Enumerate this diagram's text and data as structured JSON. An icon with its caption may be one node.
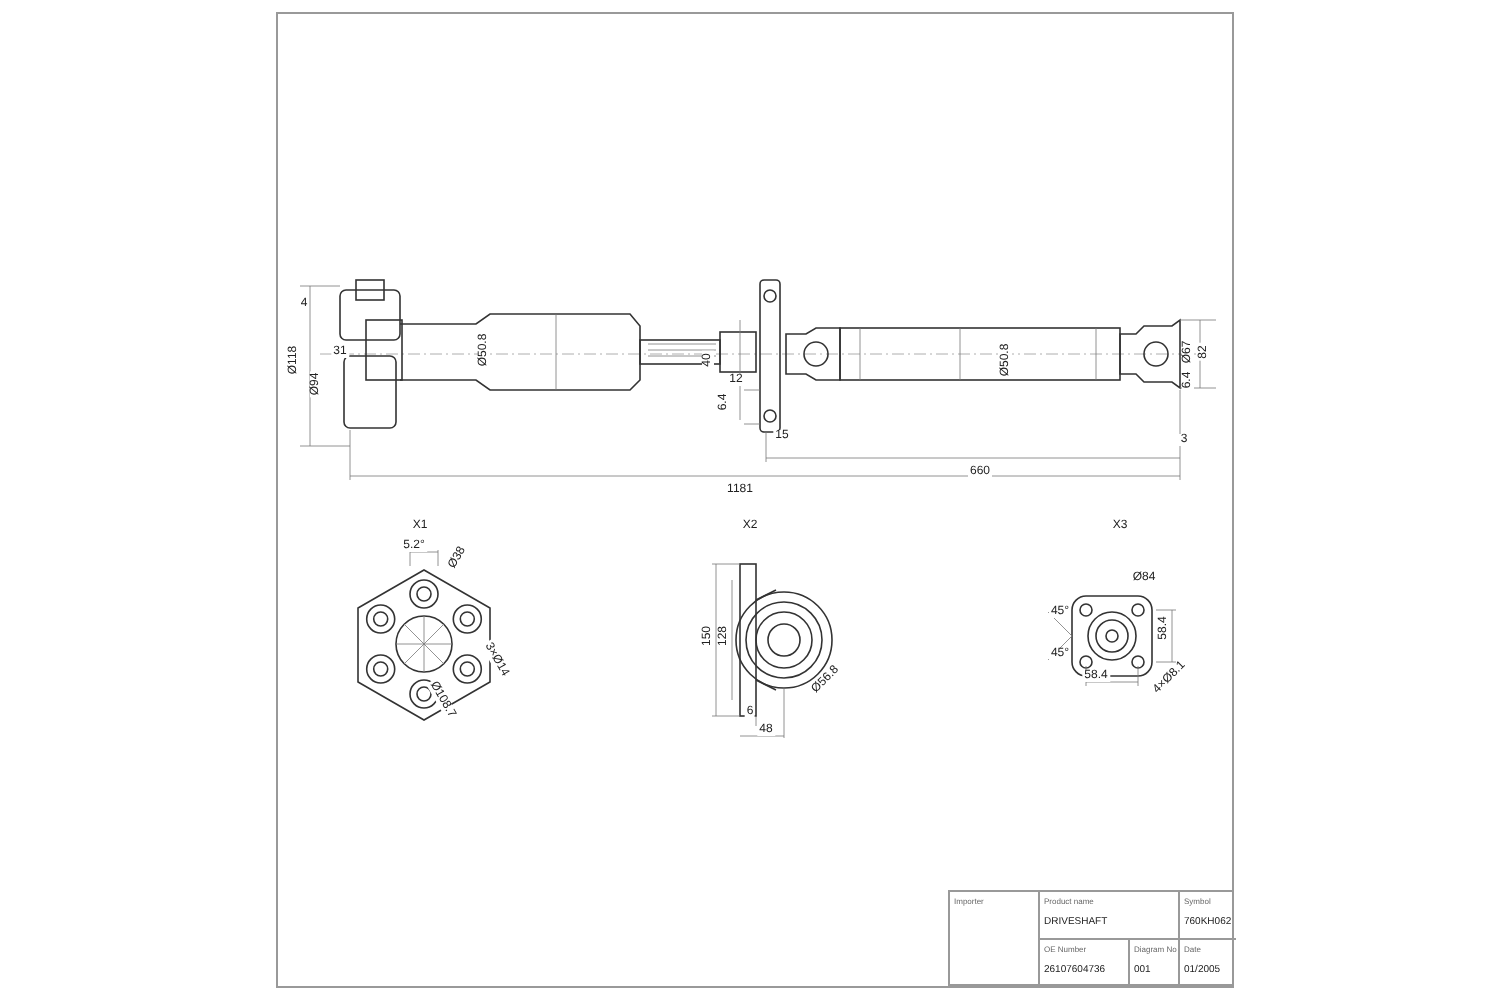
{
  "diagram": {
    "labels": [
      "4",
      "Ø118",
      "Ø94",
      "31",
      "Ø50.8",
      "40",
      "12",
      "6.4",
      "15",
      "1181",
      "660",
      "Ø50.8",
      "Ø67",
      "82",
      "6.4",
      "3",
      "X1",
      "X2",
      "X3",
      "5.2°",
      "Ø38",
      "3×Ø14",
      "Ø108.7",
      "150",
      "128",
      "Ø56.8",
      "6",
      "48",
      "Ø84",
      "45°",
      "45°",
      "58.4",
      "58.4",
      "4×Ø8.1",
      "Importer",
      "Product name",
      "DRIVESHAFT",
      "Symbol",
      "760KH062",
      "OE Number",
      "26107604736",
      "Diagram No",
      "001",
      "Date",
      "01/2005"
    ]
  }
}
